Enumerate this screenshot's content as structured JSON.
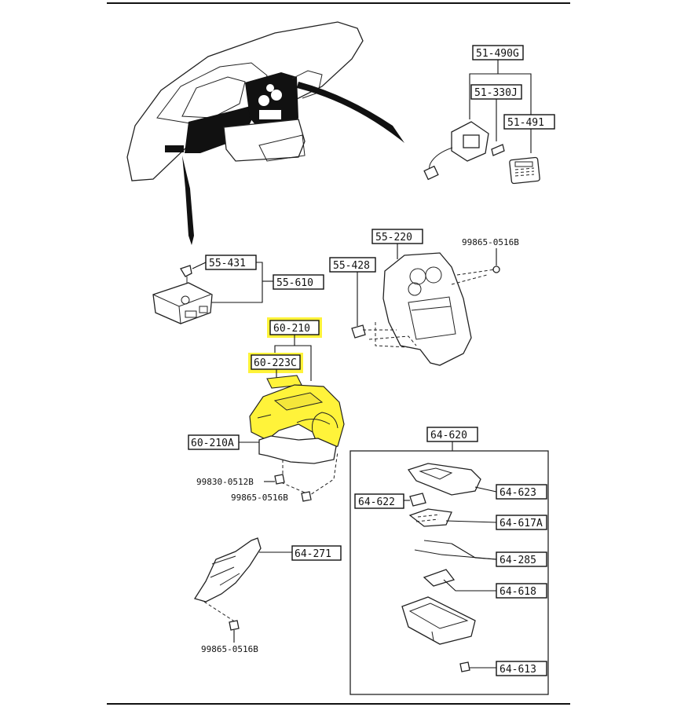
{
  "labels": {
    "l51_490g": "51-490G",
    "l51_330j": "51-330J",
    "l51_491": "51-491",
    "l55_220": "55-220",
    "l99865_top": "99865-0516B",
    "l55_428": "55-428",
    "l55_431": "55-431",
    "l55_610": "55-610",
    "l60_210": "60-210",
    "l60_223c": "60-223C",
    "l60_210a": "60-210A",
    "l99830": "99830-0512B",
    "l99865_mid": "99865-0516B",
    "l64_620": "64-620",
    "l64_622": "64-622",
    "l64_623": "64-623",
    "l64_617a": "64-617A",
    "l64_285": "64-285",
    "l64_618": "64-618",
    "l64_613": "64-613",
    "l64_271": "64-271",
    "l99865_bottom": "99865-0516B"
  },
  "highlighted": [
    "60-210",
    "60-223C"
  ],
  "highlight_color": "#fff33a"
}
